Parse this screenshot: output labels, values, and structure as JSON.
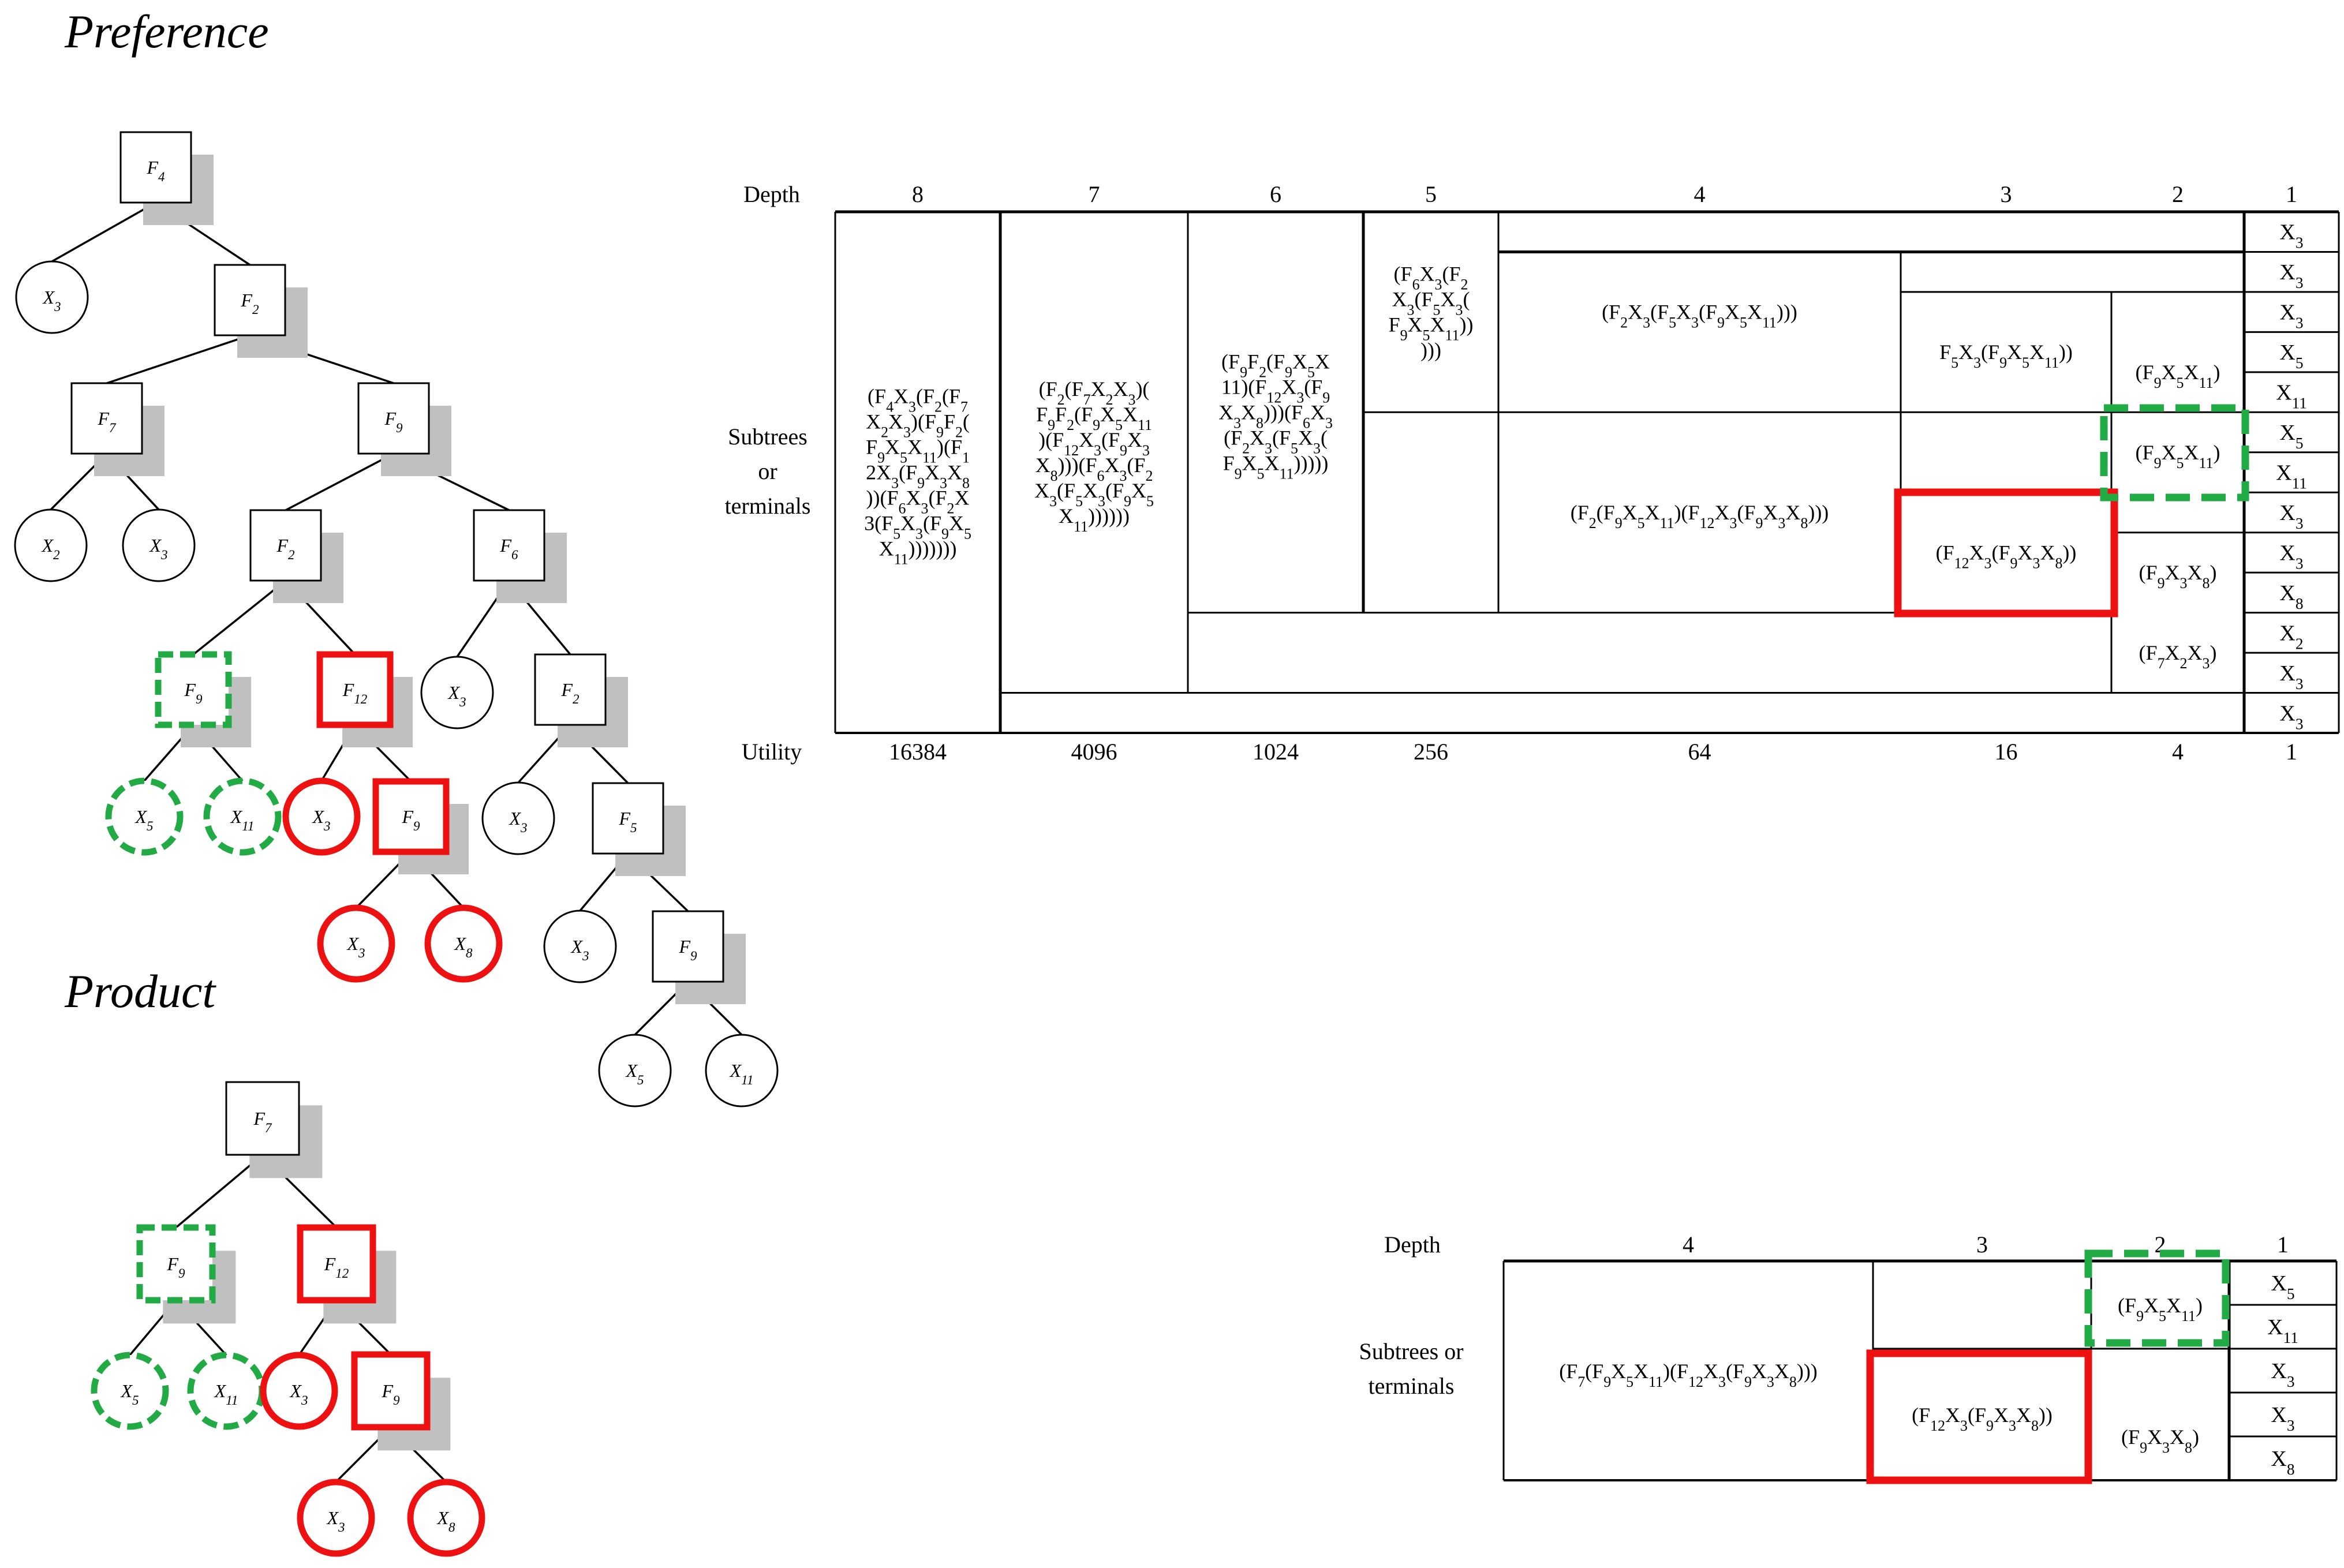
{
  "titles": {
    "preference": "Preference",
    "product": "Product"
  },
  "colors": {
    "selected_crossover": "#ee1111",
    "mutation_candidate": "#22aa44",
    "shadow": "#c0c0c0"
  },
  "preference_tree": {
    "nodes": [
      {
        "id": "p1",
        "shape": "square",
        "label": "F4"
      },
      {
        "id": "p2",
        "shape": "circle",
        "label": "X3"
      },
      {
        "id": "p3",
        "shape": "square",
        "label": "F2"
      },
      {
        "id": "p4",
        "shape": "square",
        "label": "F7"
      },
      {
        "id": "p5",
        "shape": "square",
        "label": "F9"
      },
      {
        "id": "p6",
        "shape": "circle",
        "label": "X2"
      },
      {
        "id": "p7",
        "shape": "circle",
        "label": "X3"
      },
      {
        "id": "p8",
        "shape": "square",
        "label": "F2"
      },
      {
        "id": "p9",
        "shape": "square",
        "label": "F6"
      },
      {
        "id": "p10",
        "shape": "square",
        "label": "F9",
        "highlight": "green"
      },
      {
        "id": "p11",
        "shape": "square",
        "label": "F12",
        "highlight": "red"
      },
      {
        "id": "p12",
        "shape": "circle",
        "label": "X3"
      },
      {
        "id": "p13",
        "shape": "square",
        "label": "F2"
      },
      {
        "id": "p14",
        "shape": "circle",
        "label": "X5",
        "highlight": "green"
      },
      {
        "id": "p15",
        "shape": "circle",
        "label": "X11",
        "highlight": "green"
      },
      {
        "id": "p16",
        "shape": "circle",
        "label": "X3",
        "highlight": "red"
      },
      {
        "id": "p17",
        "shape": "square",
        "label": "F9",
        "highlight": "red"
      },
      {
        "id": "p18",
        "shape": "circle",
        "label": "X3"
      },
      {
        "id": "p19",
        "shape": "square",
        "label": "F5"
      },
      {
        "id": "p20",
        "shape": "circle",
        "label": "X3",
        "highlight": "red"
      },
      {
        "id": "p21",
        "shape": "circle",
        "label": "X8",
        "highlight": "red"
      },
      {
        "id": "p22",
        "shape": "circle",
        "label": "X3"
      },
      {
        "id": "p23",
        "shape": "square",
        "label": "F9"
      },
      {
        "id": "p24",
        "shape": "circle",
        "label": "X5"
      },
      {
        "id": "p25",
        "shape": "circle",
        "label": "X11"
      }
    ],
    "edges": [
      [
        "p1",
        "p2"
      ],
      [
        "p1",
        "p3"
      ],
      [
        "p3",
        "p4"
      ],
      [
        "p3",
        "p5"
      ],
      [
        "p4",
        "p6"
      ],
      [
        "p4",
        "p7"
      ],
      [
        "p5",
        "p8"
      ],
      [
        "p5",
        "p9"
      ],
      [
        "p8",
        "p10"
      ],
      [
        "p8",
        "p11"
      ],
      [
        "p9",
        "p12"
      ],
      [
        "p9",
        "p13"
      ],
      [
        "p10",
        "p14"
      ],
      [
        "p10",
        "p15"
      ],
      [
        "p11",
        "p16"
      ],
      [
        "p11",
        "p17"
      ],
      [
        "p13",
        "p18"
      ],
      [
        "p13",
        "p19"
      ],
      [
        "p17",
        "p20"
      ],
      [
        "p17",
        "p21"
      ],
      [
        "p19",
        "p22"
      ],
      [
        "p19",
        "p23"
      ],
      [
        "p23",
        "p24"
      ],
      [
        "p23",
        "p25"
      ]
    ]
  },
  "product_tree": {
    "nodes": [
      {
        "id": "q1",
        "shape": "square",
        "label": "F7"
      },
      {
        "id": "q2",
        "shape": "square",
        "label": "F9",
        "highlight": "green"
      },
      {
        "id": "q3",
        "shape": "square",
        "label": "F12",
        "highlight": "red"
      },
      {
        "id": "q4",
        "shape": "circle",
        "label": "X5",
        "highlight": "green"
      },
      {
        "id": "q5",
        "shape": "circle",
        "label": "X11",
        "highlight": "green"
      },
      {
        "id": "q6",
        "shape": "circle",
        "label": "X3",
        "highlight": "red"
      },
      {
        "id": "q7",
        "shape": "square",
        "label": "F9",
        "highlight": "red"
      },
      {
        "id": "q8",
        "shape": "circle",
        "label": "X3",
        "highlight": "red"
      },
      {
        "id": "q9",
        "shape": "circle",
        "label": "X8",
        "highlight": "red"
      }
    ],
    "edges": [
      [
        "q1",
        "q2"
      ],
      [
        "q1",
        "q3"
      ],
      [
        "q2",
        "q4"
      ],
      [
        "q2",
        "q5"
      ],
      [
        "q3",
        "q6"
      ],
      [
        "q3",
        "q7"
      ],
      [
        "q7",
        "q8"
      ],
      [
        "q7",
        "q9"
      ]
    ]
  },
  "preference_table": {
    "depth_label": "Depth",
    "row_label_lines": [
      "Subtrees",
      "or",
      "terminals"
    ],
    "utility_label": "Utility",
    "depths": [
      "8",
      "7",
      "6",
      "5",
      "4",
      "3",
      "2",
      "1"
    ],
    "utilities": [
      "16384",
      "4096",
      "1024",
      "256",
      "64",
      "16",
      "4",
      "1"
    ],
    "cells": [
      {
        "id": "d8",
        "lines": [
          "(F4X3(F2(F7",
          "X2X3)(F9F2(",
          "F9X5X11)(F1",
          "2X3(F9X3X8",
          "))(F6X3(F2X",
          "3(F5X3(F9X5",
          "X11)))))))"
        ]
      },
      {
        "id": "d7",
        "lines": [
          "(F2(F7X2X3)(",
          "F9F2(F9X5X11",
          ")(F12X3(F9X3",
          "X8)))(F6X3(F2",
          "X3(F5X3(F9X5",
          "X11))))))"
        ]
      },
      {
        "id": "d6",
        "lines": [
          "(F9F2(F9X5X",
          "11)(F12X3(F9",
          "X3X8)))(F6X3",
          "(F2X3(F5X3(",
          "F9X5X11)))))"
        ]
      },
      {
        "id": "d5",
        "lines": [
          "(F6X3(F2",
          "X3(F5X3(",
          "F9X5X11))",
          ")))"
        ]
      },
      {
        "id": "d4a",
        "lines": [
          "(F2X3(F5X3(F9X5X11)))"
        ]
      },
      {
        "id": "d4b",
        "lines": [
          "(F2(F9X5X11)(F12X3(F9X3X8)))"
        ]
      },
      {
        "id": "d3a",
        "lines": [
          "F5X3(F9X5X11))"
        ]
      },
      {
        "id": "d3b",
        "lines": [
          "(F12X3(F9X3X8))"
        ],
        "highlight": "red"
      },
      {
        "id": "d2a",
        "lines": [
          "(F9X5X11)"
        ]
      },
      {
        "id": "d2b",
        "lines": [
          "(F9X5X11)"
        ],
        "highlight": "green"
      },
      {
        "id": "d2c",
        "lines": [
          "(F9X3X8)"
        ]
      },
      {
        "id": "d2d",
        "lines": [
          "(F7X2X3)"
        ]
      }
    ],
    "terminals": [
      "X3",
      "X3",
      "X3",
      "X5",
      "X11",
      "X5",
      "X11",
      "X3",
      "X3",
      "X8",
      "X2",
      "X3",
      "X3"
    ]
  },
  "product_table": {
    "depth_label": "Depth",
    "row_label_lines": [
      "Subtrees or",
      "terminals"
    ],
    "depths": [
      "4",
      "3",
      "2",
      "1"
    ],
    "cells": [
      {
        "id": "e4",
        "lines": [
          "(F7(F9X5X11)(F12X3(F9X3X8)))"
        ]
      },
      {
        "id": "e3",
        "lines": [
          "(F12X3(F9X3X8))"
        ],
        "highlight": "red"
      },
      {
        "id": "e2a",
        "lines": [
          "(F9X5X11)"
        ],
        "highlight": "green"
      },
      {
        "id": "e2b",
        "lines": [
          "(F9X3X8)"
        ]
      }
    ],
    "terminals": [
      "X5",
      "X11",
      "X3",
      "X3",
      "X8"
    ]
  }
}
